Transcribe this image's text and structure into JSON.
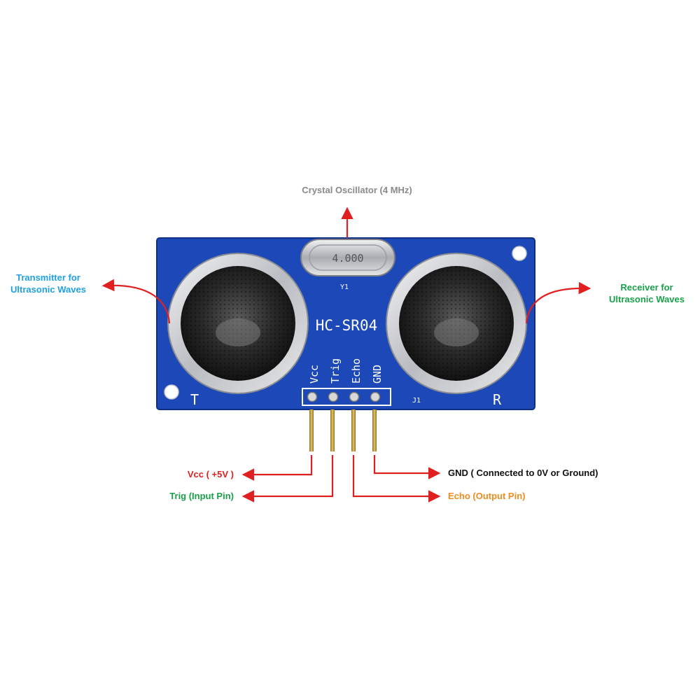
{
  "board": {
    "model": "HC-SR04",
    "crystal_marking": "4.000",
    "crystal_ref": "Y1",
    "header_ref": "J1",
    "transmitter_mark": "T",
    "receiver_mark": "R",
    "pins": [
      "Vcc",
      "Trig",
      "Echo",
      "GND"
    ]
  },
  "labels": {
    "crystal": "Crystal Oscillator (4 MHz)",
    "transmitter_line1": "Transmitter for",
    "transmitter_line2": "Ultrasonic Waves",
    "receiver_line1": "Receiver for",
    "receiver_line2": "Ultrasonic Waves",
    "vcc": "Vcc ( +5V )",
    "trig": "Trig (Input Pin)",
    "gnd": "GND ( Connected to 0V or Ground)",
    "echo": "Echo (Output Pin)"
  },
  "colors": {
    "pcb": "#1c48b8",
    "arrow": "#e02020",
    "crystal_label": "#8a8a8a",
    "transmitter_label": "#1fa0e0",
    "receiver_label": "#1aa04a",
    "vcc_label": "#e02020",
    "trig_label": "#1aa04a",
    "gnd_label": "#111111",
    "echo_label": "#f08c20"
  }
}
